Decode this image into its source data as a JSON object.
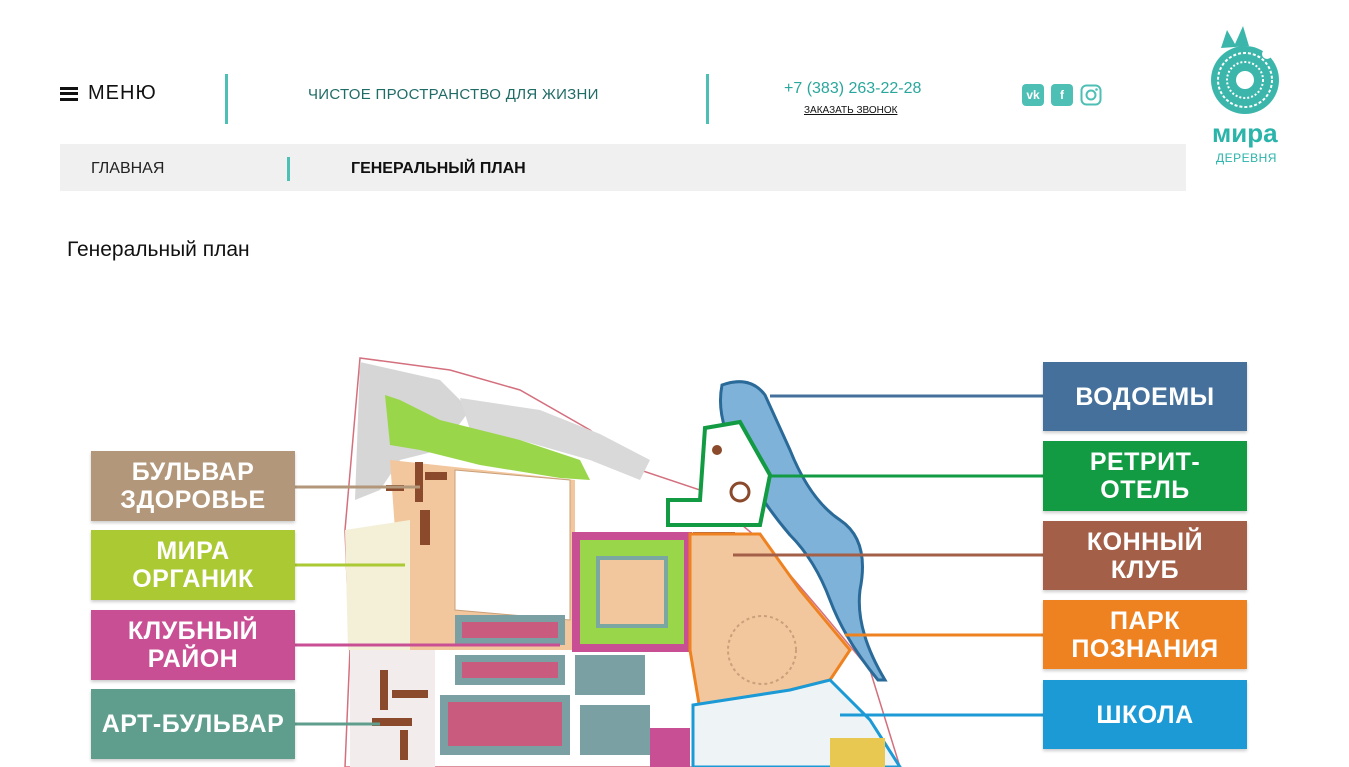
{
  "header": {
    "menu_label": "МЕНЮ",
    "tagline": "ЧИСТОЕ ПРОСТРАНСТВО ДЛЯ ЖИЗНИ",
    "phone": "+7 (383) 263-22-28",
    "callback": "ЗАКАЗАТЬ ЗВОНОК",
    "social": [
      {
        "name": "vk-icon",
        "glyph": "vk"
      },
      {
        "name": "facebook-icon",
        "glyph": "f"
      },
      {
        "name": "instagram-icon",
        "glyph": "ig"
      }
    ],
    "logo": {
      "title": "мира",
      "subtitle": "ДЕРЕВНЯ"
    }
  },
  "breadcrumb": {
    "home": "ГЛАВНАЯ",
    "current": "ГЕНЕРАЛЬНЫЙ ПЛАН"
  },
  "page": {
    "title": "Генеральный план"
  },
  "zones": {
    "left": [
      {
        "name": "БУЛЬВАР ЗДОРОВЬЕ",
        "line1": "БУЛЬВАР",
        "line2": "ЗДОРОВЬЕ",
        "color": "#b2977a"
      },
      {
        "name": "МИРА ОРГАНИК",
        "line1": "МИРА",
        "line2": "ОРГАНИК",
        "color": "#aac932"
      },
      {
        "name": "КЛУБНЫЙ РАЙОН",
        "line1": "КЛУБНЫЙ",
        "line2": "РАЙОН",
        "color": "#c94f94"
      },
      {
        "name": "АРТ-БУЛЬВАР",
        "line1": "АРТ-БУЛЬВАР",
        "line2": "",
        "color": "#5f9e8d"
      }
    ],
    "right": [
      {
        "name": "ВОДОЕМЫ",
        "line1": "ВОДОЕМЫ",
        "line2": "",
        "color": "#44709b"
      },
      {
        "name": "РЕТРИТ-ОТЕЛЬ",
        "line1": "РЕТРИТ-",
        "line2": "ОТЕЛЬ",
        "color": "#129b43"
      },
      {
        "name": "КОННЫЙ КЛУБ",
        "line1": "КОННЫЙ",
        "line2": "КЛУБ",
        "color": "#a35f48"
      },
      {
        "name": "ПАРК ПОЗНАНИЯ",
        "line1": "ПАРК",
        "line2": "ПОЗНАНИЯ",
        "color": "#ef8220"
      },
      {
        "name": "ШКОЛА",
        "line1": "ШКОЛА",
        "line2": "",
        "color": "#1c9ad6"
      }
    ]
  }
}
